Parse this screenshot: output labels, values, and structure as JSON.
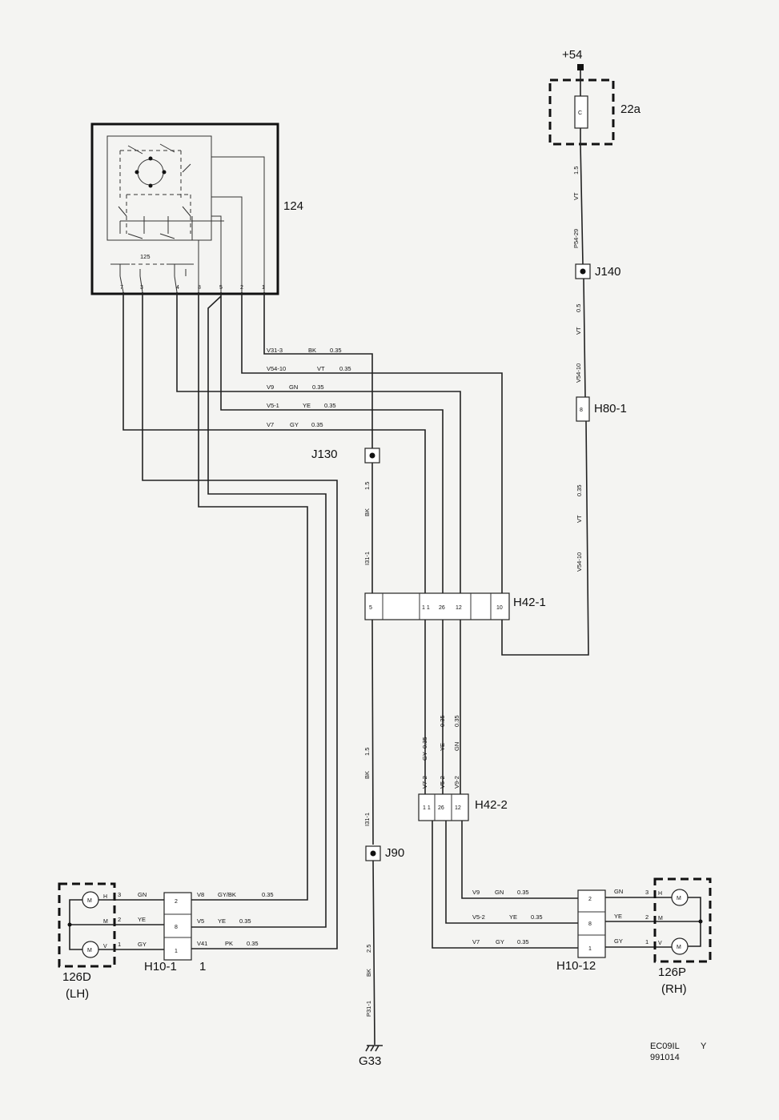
{
  "supply": {
    "label": "+54"
  },
  "fuse": {
    "id": "22a",
    "letter": "C"
  },
  "switch_unit": {
    "id": "124",
    "inner_id": "125",
    "pins": [
      "7",
      "3",
      "4",
      "8",
      "5",
      "2",
      "1"
    ]
  },
  "junctions": {
    "j140": "J140",
    "j130": "J130",
    "j90": "J90"
  },
  "connectors": {
    "h80_1": {
      "label": "H80-1",
      "pin": "8"
    },
    "h42_1": {
      "label": "H42-1",
      "pins": [
        "5",
        "1 1",
        "26",
        "12",
        "10"
      ]
    },
    "h42_2": {
      "label": "H42-2",
      "pins": [
        "1 1",
        "26",
        "12"
      ]
    },
    "h10_1": {
      "label": "H10-1",
      "suffix": "1",
      "pins": [
        "2",
        "8",
        "1"
      ]
    },
    "h10_12": {
      "label": "H10-12",
      "pins": [
        "2",
        "8",
        "1"
      ]
    }
  },
  "ground": {
    "label": "G33"
  },
  "mirror_lh": {
    "id": "126D",
    "side": "(LH)",
    "motor": "M",
    "terminals": [
      "H",
      "M",
      "V"
    ],
    "pins": [
      "3",
      "2",
      "1"
    ],
    "colors": [
      "GN",
      "YE",
      "GY"
    ]
  },
  "mirror_rh": {
    "id": "126P",
    "side": "(RH)",
    "motor": "M",
    "terminals": [
      "H",
      "M",
      "V"
    ],
    "pins": [
      "3",
      "2",
      "1"
    ],
    "colors": [
      "GN",
      "YE",
      "GY"
    ]
  },
  "harness_labels": [
    {
      "code": "V31-3",
      "color": "BK",
      "size": "0.35"
    },
    {
      "code": "V54-10",
      "color": "VT",
      "size": "0.35"
    },
    {
      "code": "V9",
      "color": "GN",
      "size": "0.35"
    },
    {
      "code": "V5-1",
      "color": "YE",
      "size": "0.35"
    },
    {
      "code": "V7",
      "color": "GY",
      "size": "0.35"
    }
  ],
  "vertical_labels": {
    "fuse_wire": [
      "1.5",
      "VT",
      "P54-29"
    ],
    "j140_wire": [
      "0.5",
      "VT",
      "V54-10"
    ],
    "h80_wire": [
      "0.35",
      "VT",
      "V54-10"
    ],
    "j130_wire": [
      "1.5",
      "BK",
      "I31-1"
    ],
    "h42_left_wire": [
      "1.5",
      "BK",
      "I31-1"
    ],
    "ground_wire": [
      "2.5",
      "BK",
      "P31-1"
    ],
    "h42_2_gy": [
      "0.35",
      "GY",
      "V7-2"
    ],
    "h42_2_ye": [
      "0.35",
      "YE",
      "V5-2"
    ],
    "h42_2_gn": [
      "0.35",
      "GN",
      "V9-2"
    ]
  },
  "lh_wires": [
    {
      "code": "V8",
      "color": "GY/BK",
      "size": "0.35"
    },
    {
      "code": "V5",
      "color": "YE",
      "size": "0.35"
    },
    {
      "code": "V41",
      "color": "PK",
      "size": "0.35"
    }
  ],
  "rh_wires": [
    {
      "code": "V9",
      "color": "GN",
      "size": "0.35"
    },
    {
      "code": "V5-2",
      "color": "YE",
      "size": "0.35"
    },
    {
      "code": "V7",
      "color": "GY",
      "size": "0.35"
    }
  ],
  "footer": {
    "code": "EC09IL",
    "mark": "Y",
    "date": "991014"
  }
}
